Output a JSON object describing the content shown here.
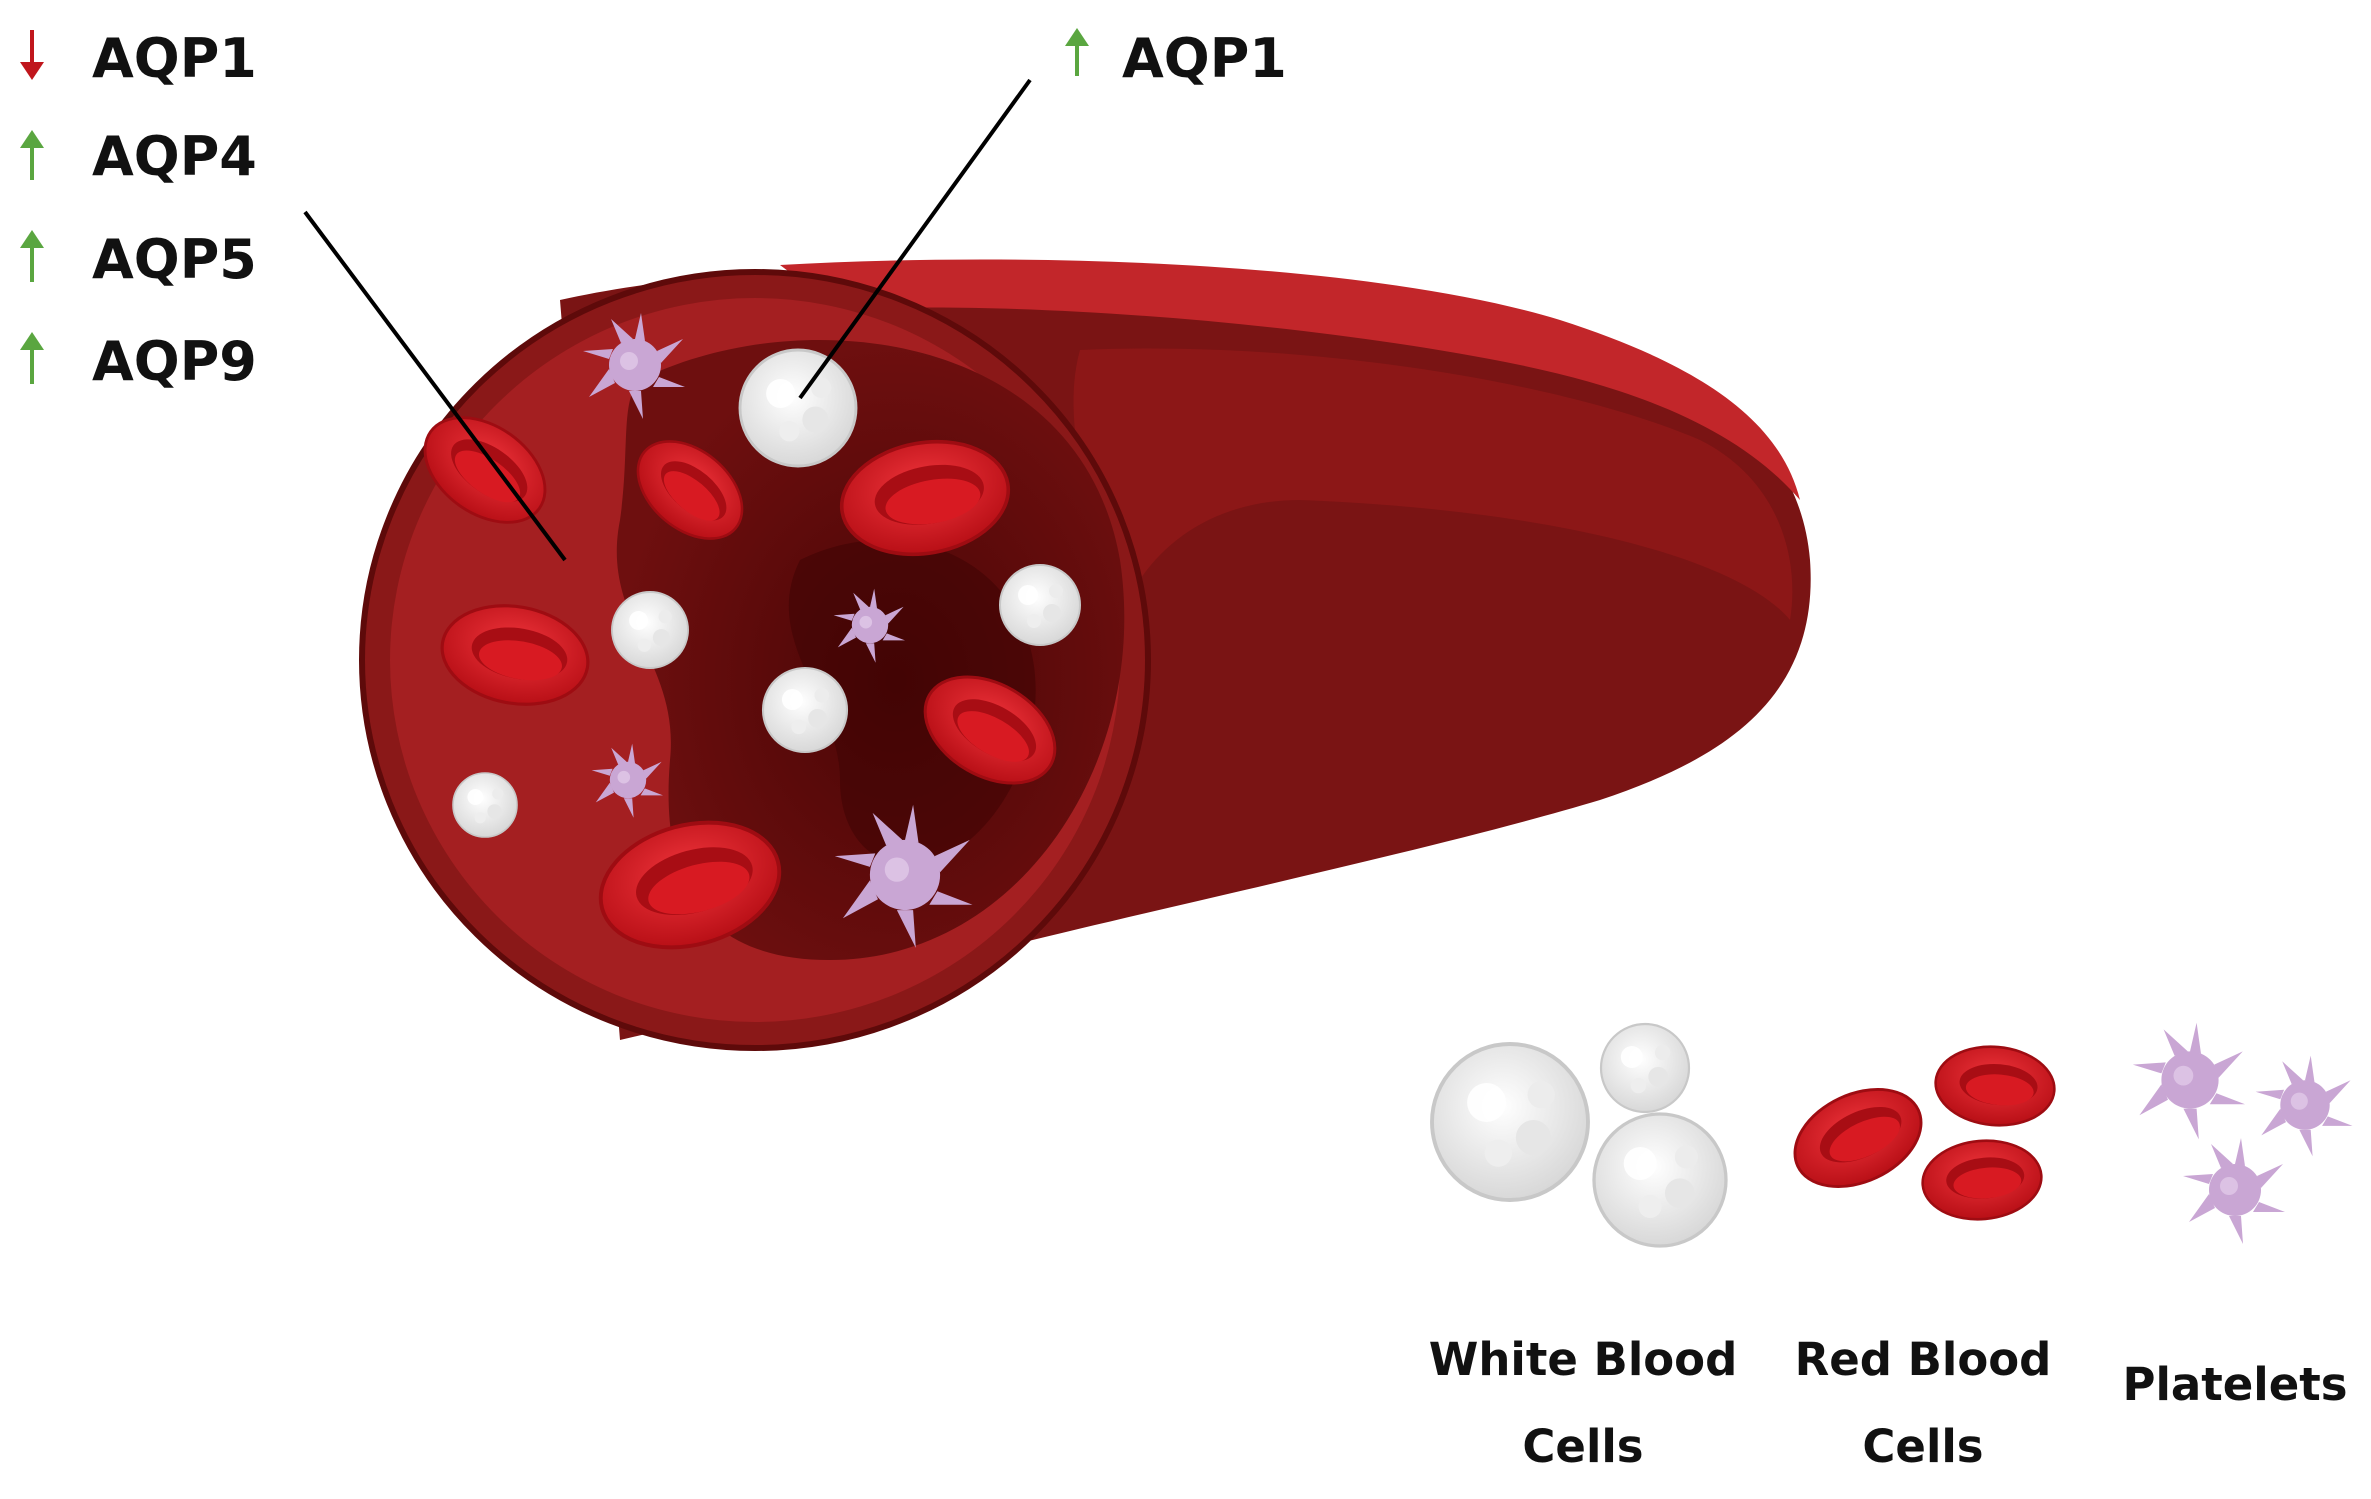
{
  "plasma_markers": [
    {
      "label": "AQP1",
      "direction": "down",
      "color": "#c0161c"
    },
    {
      "label": "AQP4",
      "direction": "up",
      "color": "#5aa640"
    },
    {
      "label": "AQP5",
      "direction": "up",
      "color": "#5aa640"
    },
    {
      "label": "AQP9",
      "direction": "up",
      "color": "#5aa640"
    }
  ],
  "white_cell_marker": {
    "label": "AQP1",
    "direction": "up",
    "color": "#5aa640"
  },
  "legend": {
    "white_blood_cells": {
      "line1": "White Blood",
      "line2": "Cells"
    },
    "red_blood_cells": {
      "line1": "Red Blood",
      "line2": "Cells"
    },
    "platelets": {
      "line1": "Platelets"
    }
  },
  "colors": {
    "vessel_dark": "#7a1414",
    "vessel_mid": "#9e1b1b",
    "vessel_light": "#c2262a",
    "red_cell": "#d3141c",
    "white_cell": "#f2f2f2",
    "platelet": "#c9a6d4",
    "up_arrow": "#5aa640",
    "down_arrow": "#c0161c"
  }
}
